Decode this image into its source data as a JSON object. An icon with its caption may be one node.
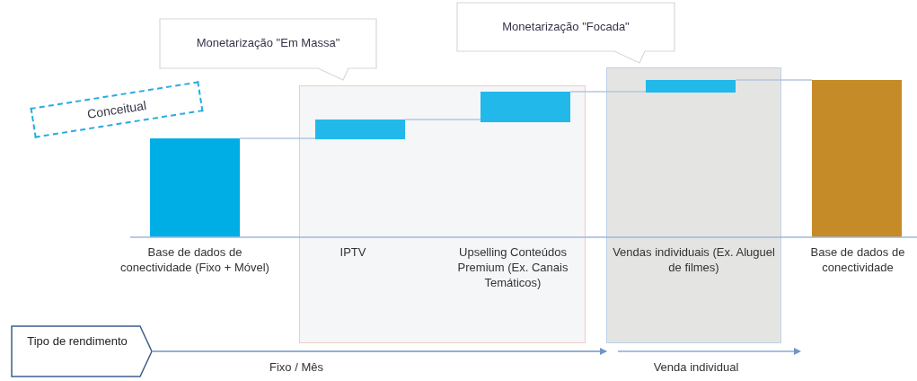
{
  "diagram": {
    "nodes": [
      {
        "text": [
          "Monetarização \"Em Massa\""
        ]
      },
      {
        "text": [
          "Monetarização \"Focada\""
        ]
      },
      {
        "text": [
          "Conceitual"
        ]
      },
      {
        "text": [
          "Tipo de rendimento"
        ]
      },
      {
        "text": [
          "IPTV",
          "Upselling Conteúdos Premium (Ex. Canais Temáticos)"
        ]
      },
      {
        "text": [
          "Vendas individuais (Ex. Aluguel de filmes)"
        ]
      },
      {
        "text": [],
        "shape": "bar"
      },
      {
        "text": [],
        "shape": "bar",
        "in": 4
      },
      {
        "text": [],
        "shape": "bar",
        "in": 4
      },
      {
        "text": [],
        "shape": "bar",
        "in": 5
      },
      {
        "text": [],
        "shape": "bar"
      }
    ],
    "edges": [
      {
        "from": 3,
        "to": 5,
        "arrow": "to",
        "label": "Fixo / Mês",
        "color": "#6f95c9"
      },
      {
        "from": 6,
        "to": 7,
        "arrow": "none"
      },
      {
        "from": 7,
        "to": 8,
        "arrow": "none"
      },
      {
        "from": 8,
        "to": 9,
        "arrow": "none"
      },
      {
        "from": 9,
        "to": 10,
        "arrow": "none"
      }
    ],
    "labels": [
      "Base de dados de conectividade (Fixo + Móvel)",
      "Base de dados de conectividade",
      "Venda individual"
    ]
  }
}
